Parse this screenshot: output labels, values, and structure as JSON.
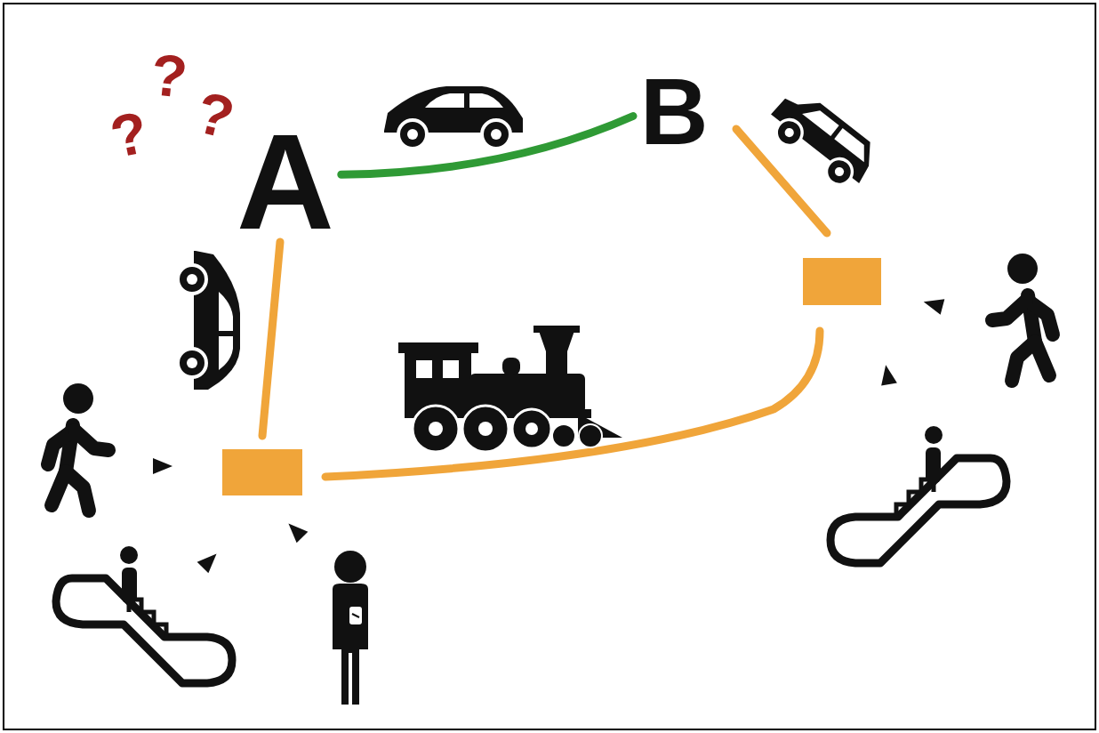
{
  "diagram": {
    "nodes": [
      {
        "text": [
          "A"
        ]
      },
      {
        "text": [
          "B"
        ]
      }
    ],
    "edges": [
      {
        "from": 0,
        "to": 1,
        "arrow": "none"
      }
    ],
    "labels": [
      "?",
      "?",
      "?"
    ]
  }
}
